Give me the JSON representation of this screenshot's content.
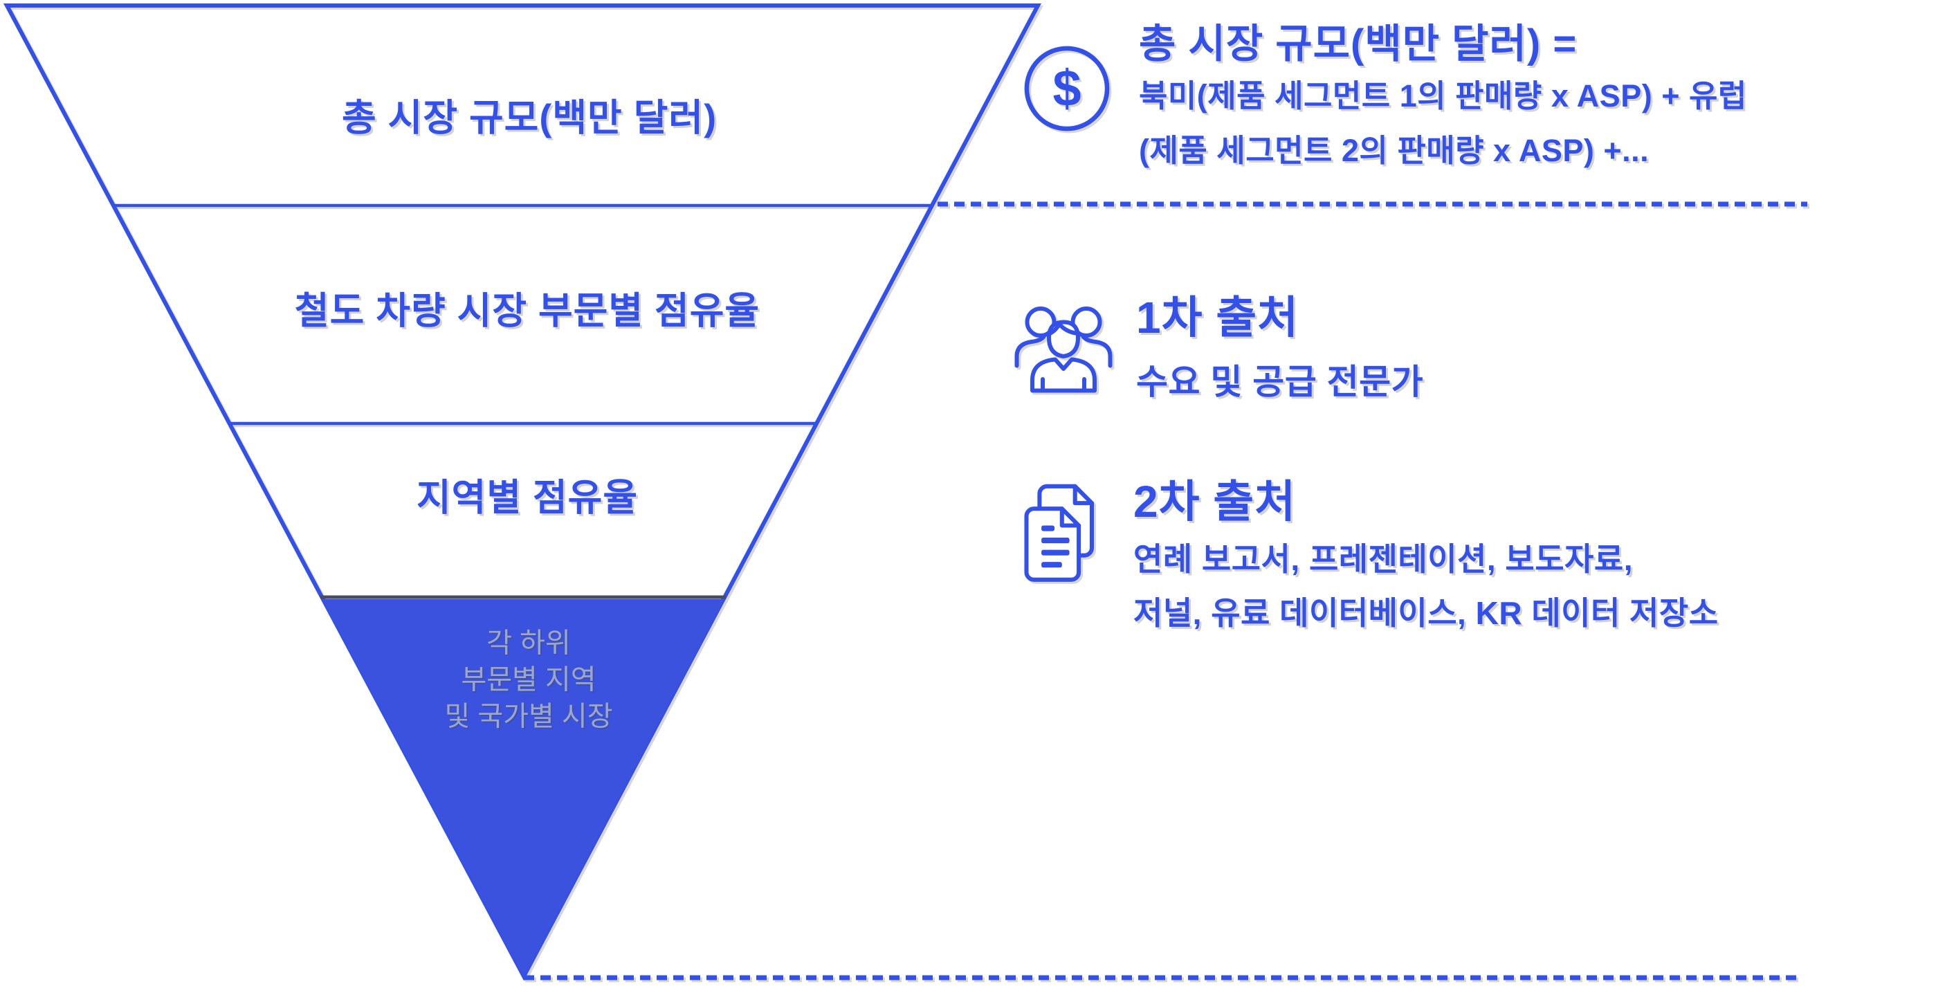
{
  "funnel": {
    "levels": [
      {
        "label": "총 시장 규모(백만 달러)"
      },
      {
        "label": "철도 차량 시장 부문별 점유율"
      },
      {
        "label": "지역별 점유율"
      },
      {
        "lines": [
          "각 하위",
          "부문별 지역",
          "및 국가별 시장"
        ]
      }
    ]
  },
  "annotations": {
    "market_size": {
      "icon": "dollar-circle-icon",
      "dollar_symbol": "$",
      "title": "총 시장 규모(백만 달러) =",
      "formula_line1": "북미(제품 세그먼트 1의 판매량 x ASP) + 유럽",
      "formula_line2": "(제품 세그먼트 2의 판매량 x ASP) +..."
    },
    "primary_sources": {
      "icon": "people-group-icon",
      "title": "1차 출처",
      "description": "수요 및 공급 전문가"
    },
    "secondary_sources": {
      "icon": "documents-icon",
      "title": "2차 출처",
      "description_line1": "연례 보고서, 프레젠테이션, 보도자료,",
      "description_line2": "저널, 유료 데이터베이스, KR 데이터 저장소"
    }
  },
  "colors": {
    "accent_blue": "#3351e8",
    "funnel_fill_blue": "#3b52de",
    "light_text_on_blue": "#9ba7c6"
  }
}
